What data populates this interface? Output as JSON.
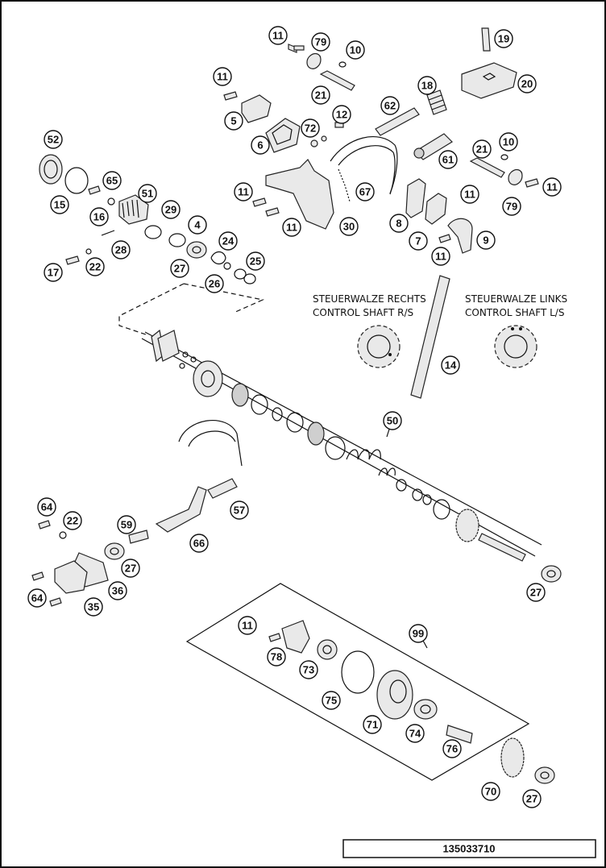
{
  "drawing_number": "135033710",
  "captions": {
    "right_de": "STEUERWALZE RECHTS",
    "right_en": "CONTROL SHAFT R/S",
    "left_de": "STEUERWALZE LINKS",
    "left_en": "CONTROL SHAFT L/S"
  },
  "callouts": [
    {
      "id": "c11a",
      "label": "11"
    },
    {
      "id": "c79a",
      "label": "79"
    },
    {
      "id": "c10a",
      "label": "10"
    },
    {
      "id": "c19",
      "label": "19"
    },
    {
      "id": "c11b",
      "label": "11"
    },
    {
      "id": "c21a",
      "label": "21"
    },
    {
      "id": "c18",
      "label": "18"
    },
    {
      "id": "c20",
      "label": "20"
    },
    {
      "id": "c5",
      "label": "5"
    },
    {
      "id": "c62",
      "label": "62"
    },
    {
      "id": "c12",
      "label": "12"
    },
    {
      "id": "c72",
      "label": "72"
    },
    {
      "id": "c6",
      "label": "6"
    },
    {
      "id": "c52",
      "label": "52"
    },
    {
      "id": "c61",
      "label": "61"
    },
    {
      "id": "c21b",
      "label": "21"
    },
    {
      "id": "c10b",
      "label": "10"
    },
    {
      "id": "c65",
      "label": "65"
    },
    {
      "id": "c51",
      "label": "51"
    },
    {
      "id": "c11c",
      "label": "11"
    },
    {
      "id": "c67",
      "label": "67"
    },
    {
      "id": "c11d",
      "label": "11"
    },
    {
      "id": "c11e",
      "label": "11"
    },
    {
      "id": "c15",
      "label": "15"
    },
    {
      "id": "c16",
      "label": "16"
    },
    {
      "id": "c29",
      "label": "29"
    },
    {
      "id": "c79b",
      "label": "79"
    },
    {
      "id": "c4",
      "label": "4"
    },
    {
      "id": "c11f",
      "label": "11"
    },
    {
      "id": "c30",
      "label": "30"
    },
    {
      "id": "c8",
      "label": "8"
    },
    {
      "id": "c28",
      "label": "28"
    },
    {
      "id": "c24",
      "label": "24"
    },
    {
      "id": "c7",
      "label": "7"
    },
    {
      "id": "c9",
      "label": "9"
    },
    {
      "id": "c11g",
      "label": "11"
    },
    {
      "id": "c17",
      "label": "17"
    },
    {
      "id": "c22a",
      "label": "22"
    },
    {
      "id": "c27a",
      "label": "27"
    },
    {
      "id": "c25",
      "label": "25"
    },
    {
      "id": "c26",
      "label": "26"
    },
    {
      "id": "c14",
      "label": "14"
    },
    {
      "id": "c50",
      "label": "50"
    },
    {
      "id": "c57",
      "label": "57"
    },
    {
      "id": "c64a",
      "label": "64"
    },
    {
      "id": "c22b",
      "label": "22"
    },
    {
      "id": "c59",
      "label": "59"
    },
    {
      "id": "c66",
      "label": "66"
    },
    {
      "id": "c27b",
      "label": "27"
    },
    {
      "id": "c36",
      "label": "36"
    },
    {
      "id": "c64b",
      "label": "64"
    },
    {
      "id": "c35",
      "label": "35"
    },
    {
      "id": "c27c",
      "label": "27"
    },
    {
      "id": "c11h",
      "label": "11"
    },
    {
      "id": "c99",
      "label": "99"
    },
    {
      "id": "c78",
      "label": "78"
    },
    {
      "id": "c73",
      "label": "73"
    },
    {
      "id": "c75",
      "label": "75"
    },
    {
      "id": "c71",
      "label": "71"
    },
    {
      "id": "c74",
      "label": "74"
    },
    {
      "id": "c76",
      "label": "76"
    },
    {
      "id": "c70",
      "label": "70"
    },
    {
      "id": "c27d",
      "label": "27"
    }
  ]
}
